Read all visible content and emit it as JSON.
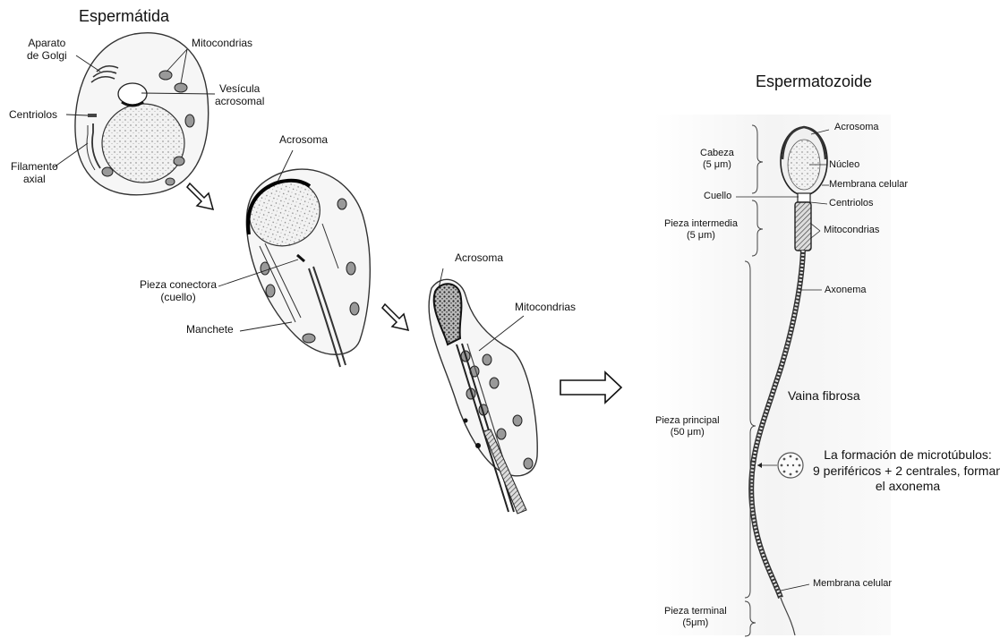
{
  "spermatid": {
    "title": "Espermátida",
    "labels": {
      "golgi": "Aparato\nde Golgi",
      "mitochondria": "Mitocondrias",
      "vesicle": "Vesícula\nacrosomal",
      "centrioles": "Centriolos",
      "axial_filament": "Filamento\naxial"
    }
  },
  "stage2": {
    "acrosome": "Acrosoma",
    "connecting_piece": "Pieza conectora\n(cuello)",
    "manchette": "Manchete"
  },
  "stage3": {
    "acrosome": "Acrosoma",
    "mitochondria": "Mitocondrias"
  },
  "spermatozoon": {
    "title": "Espermatozoide",
    "head": "Cabeza\n(5 μm)",
    "neck": "Cuello",
    "midpiece": "Pieza intermedia\n(5 μm)",
    "principal": "Pieza principal\n(50 μm)",
    "terminal": "Pieza terminal\n(5μm)",
    "acrosome": "Acrosoma",
    "nucleus": "Núcleo",
    "cell_membrane": "Membrana celular",
    "centrioles": "Centriolos",
    "mitochondria": "Mitocondrias",
    "axoneme": "Axonema",
    "fibrous_sheath": "Vaina fibrosa",
    "microtubule_note": "La formación de microtúbulos:\n9 periféricos + 2 centrales, forman\nel axonema",
    "cell_membrane_bottom": "Membrana celular"
  }
}
